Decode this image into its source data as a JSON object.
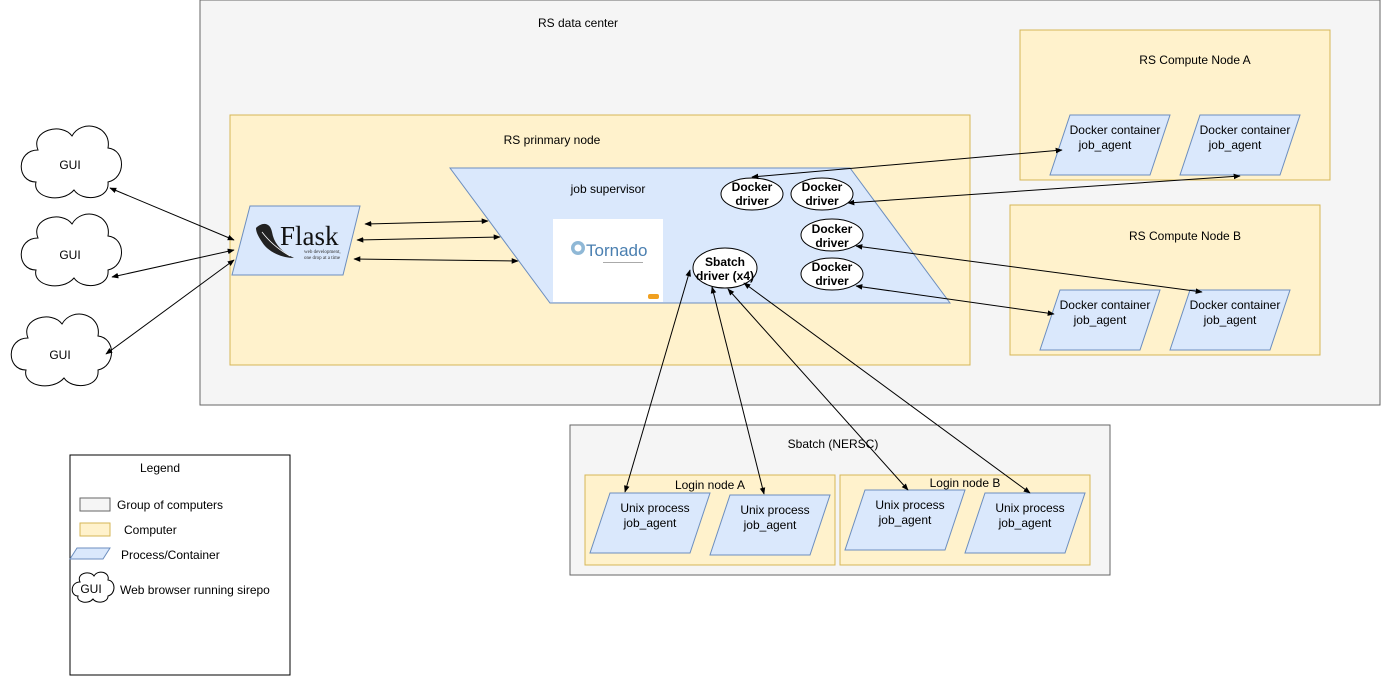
{
  "data_center": {
    "label": "RS data center"
  },
  "primary_node": {
    "label": "RS prinmary node"
  },
  "compute_node_a": {
    "label": "RS Compute Node A"
  },
  "compute_node_b": {
    "label": "RS Compute Node B"
  },
  "supervisor": {
    "label": "job supervisor",
    "docker_driver_1": [
      "Docker",
      "driver"
    ],
    "docker_driver_2": [
      "Docker",
      "driver"
    ],
    "docker_driver_3": [
      "Docker",
      "driver"
    ],
    "docker_driver_4": [
      "Docker",
      "driver"
    ],
    "sbatch_driver": [
      "Sbatch",
      "driver (x4)"
    ]
  },
  "flask_logo": {
    "name": "Flask",
    "tagline_1": "web development,",
    "tagline_2": "one drop at a time"
  },
  "tornado_logo": {
    "name": "Tornado"
  },
  "clouds": [
    "GUI",
    "GUI",
    "GUI"
  ],
  "docker_containers": {
    "a1": [
      "Docker container",
      "job_agent"
    ],
    "a2": [
      "Docker container",
      "job_agent"
    ],
    "b1": [
      "Docker container",
      "job_agent"
    ],
    "b2": [
      "Docker container",
      "job_agent"
    ]
  },
  "sbatch": {
    "label": "Sbatch (NERSC)",
    "login_a": "Login node A",
    "login_b": "Login node B",
    "procs": {
      "p1": [
        "Unix process",
        "job_agent"
      ],
      "p2": [
        "Unix process",
        "job_agent"
      ],
      "p3": [
        "Unix process",
        "job_agent"
      ],
      "p4": [
        "Unix process",
        "job_agent"
      ]
    }
  },
  "legend": {
    "title": "Legend",
    "group": "Group of computers",
    "computer": "Computer",
    "process": "Process/Container",
    "gui_label": "GUI",
    "browser": "Web browser running sirepo"
  },
  "colors": {
    "group_fill": "#f5f5f5",
    "computer_fill": "#fff2cc",
    "process_fill": "#dae8fc"
  }
}
